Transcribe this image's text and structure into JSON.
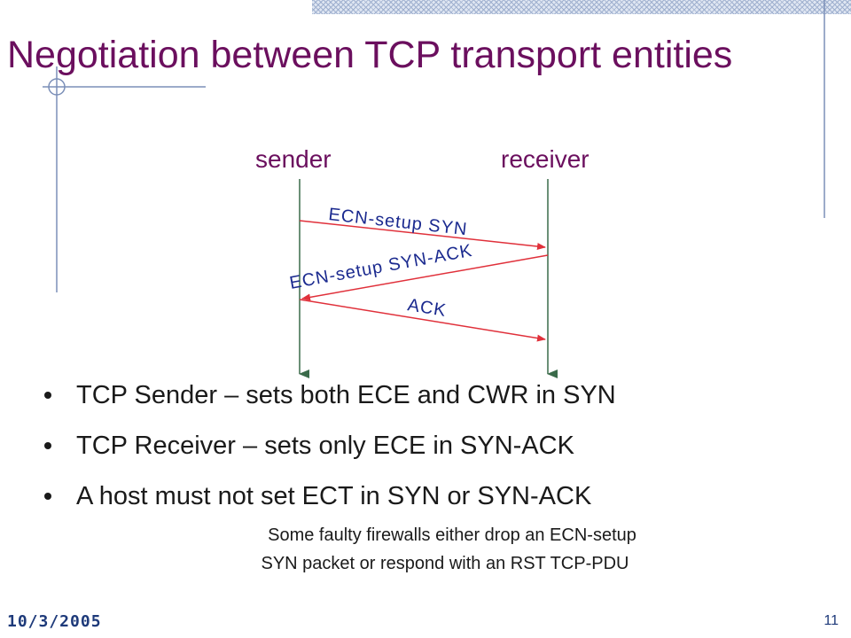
{
  "slide": {
    "title": "Negotiation between TCP transport entities",
    "footer_date": "10/3/2005",
    "page_number": "11"
  },
  "diagram": {
    "sender_label": "sender",
    "receiver_label": "receiver",
    "messages": [
      {
        "label": "ECN-setup SYN",
        "from": "sender",
        "to": "receiver"
      },
      {
        "label": "ECN-setup SYN-ACK",
        "from": "receiver",
        "to": "sender"
      },
      {
        "label": "ACK",
        "from": "sender",
        "to": "receiver"
      }
    ]
  },
  "bullets": [
    "TCP Sender – sets both ECE and CWR in SYN",
    "TCP Receiver – sets only ECE in SYN-ACK",
    "A host must not set ECT in SYN or SYN-ACK"
  ],
  "note": {
    "line1": "Some faulty firewalls either drop an ECN-setup",
    "line2": "SYN packet or respond with an RST TCP-PDU"
  },
  "colors": {
    "title": "#6b0f5e",
    "arrow": "#e0303a",
    "arrow_label": "#1b2a8f",
    "lifeline": "#3a6b4a",
    "decor_line": "#7b8fb8"
  }
}
